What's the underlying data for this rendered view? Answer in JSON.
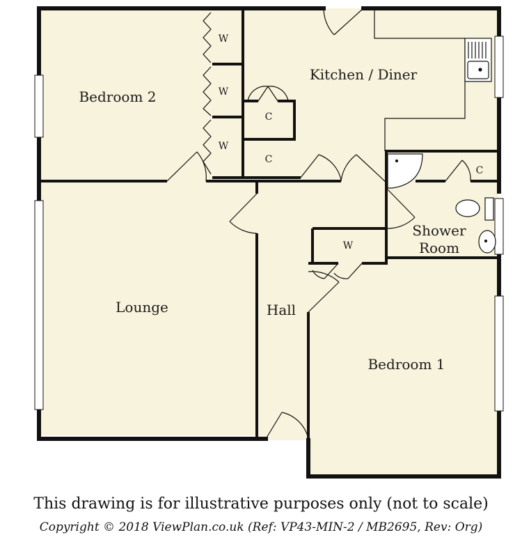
{
  "colors": {
    "floor": "#f8f3dc",
    "wall": "#111111",
    "window": "#ffffff",
    "fixture": "#ffffff"
  },
  "rooms": {
    "bedroom2": "Bedroom 2",
    "kitchen": "Kitchen / Diner",
    "lounge": "Lounge",
    "hall": "Hall",
    "bedroom1": "Bedroom 1",
    "shower_line1": "Shower",
    "shower_line2": "Room"
  },
  "storage": {
    "wardrobe": "W",
    "cupboard": "C"
  },
  "footer": {
    "disclaimer": "This drawing is for illustrative purposes only (not to scale)",
    "copyright": "Copyright © 2018 ViewPlan.co.uk  (Ref: VP43-MIN-2 / MB2695,  Rev: Org)"
  }
}
